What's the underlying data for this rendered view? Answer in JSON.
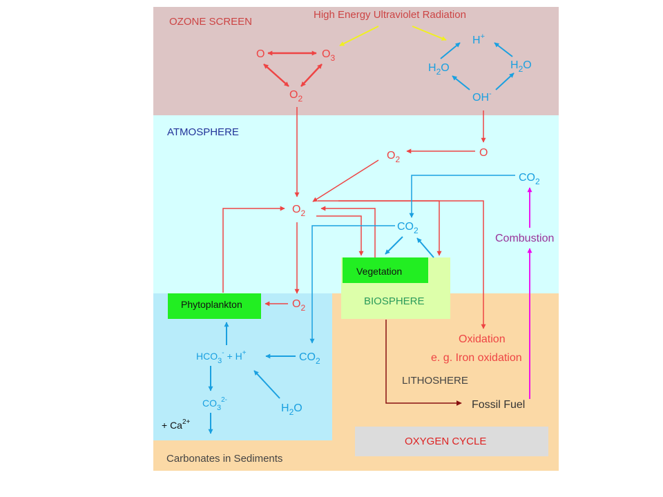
{
  "zones": {
    "ozone": "OZONE SCREEN",
    "atmosphere": "ATMOSPHERE",
    "biosphere": "BIOSPHERE",
    "lithosphere": "LITHOSHERE",
    "sediments": "Carbonates in Sediments"
  },
  "title": "OXYGEN CYCLE",
  "uv": "High Energy Ultraviolet Radiation",
  "species": {
    "O": "O",
    "O3": "O",
    "O3_sub": "3",
    "O2": "O",
    "O2_sub": "2",
    "H": "H",
    "H_sup": "+",
    "H2O": "H",
    "H2O_sub": "2",
    "H2O_tail": "O",
    "OH": "OH",
    "OH_sup": "-",
    "CO2": "CO",
    "CO2_sub": "2",
    "HCO3": "HCO",
    "HCO3_sub": "3",
    "HCO3_sup": "-",
    "plusH": "+ H",
    "CO3": "CO",
    "CO3_sub": "3",
    "CO3_sup": "2-",
    "Ca": "+ Ca",
    "Ca_sup": "2+"
  },
  "labels": {
    "vegetation": "Vegetation",
    "phytoplankton": "Phytoplankton",
    "combustion": "Combustion",
    "oxidation": "Oxidation",
    "iron_oxidation": "e. g. Iron oxidation",
    "fossil_fuel": "Fossil Fuel"
  },
  "colors": {
    "ozone_bg": "#ddc5c5",
    "atmosphere_bg": "#d5ffff",
    "ocean_bg": "#b8ecfa",
    "lithosphere_bg": "#fbd9a6",
    "biosphere_bg": "#ddffaa",
    "green_box": "#22ee22",
    "gray_box": "#dcdcdc",
    "red": "#ee4444",
    "blue": "#1aa0e0",
    "yellow": "#f0f020",
    "magenta": "#ee00ee",
    "purple": "#993399",
    "dark_red": "#881111",
    "navy": "#223399"
  }
}
